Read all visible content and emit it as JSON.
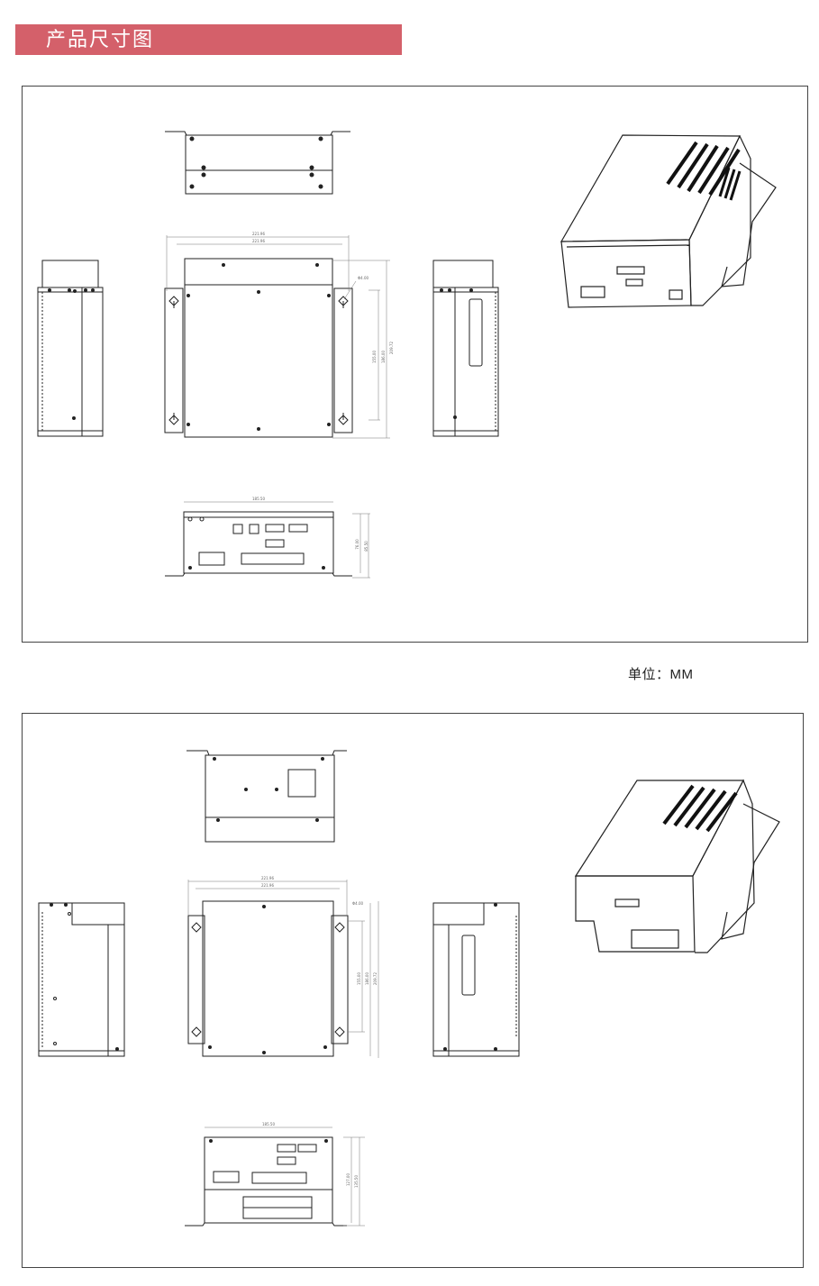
{
  "header": {
    "title": "产品尺寸图"
  },
  "units_note": "单位：MM",
  "colors": {
    "accent": "#d4606a",
    "line": "#222222",
    "dimension": "#777777"
  },
  "drawing_1": {
    "dimension_labels": [
      "221.96",
      "221.96",
      "Φ4.00",
      "155.00",
      "186.00",
      "209.72",
      "185.50",
      "76.00",
      "85.50"
    ]
  },
  "drawing_2": {
    "dimension_labels": [
      "221.96",
      "221.96",
      "Φ4.00",
      "155.00",
      "186.00",
      "209.72",
      "185.50",
      "127.00",
      "135.50"
    ]
  }
}
